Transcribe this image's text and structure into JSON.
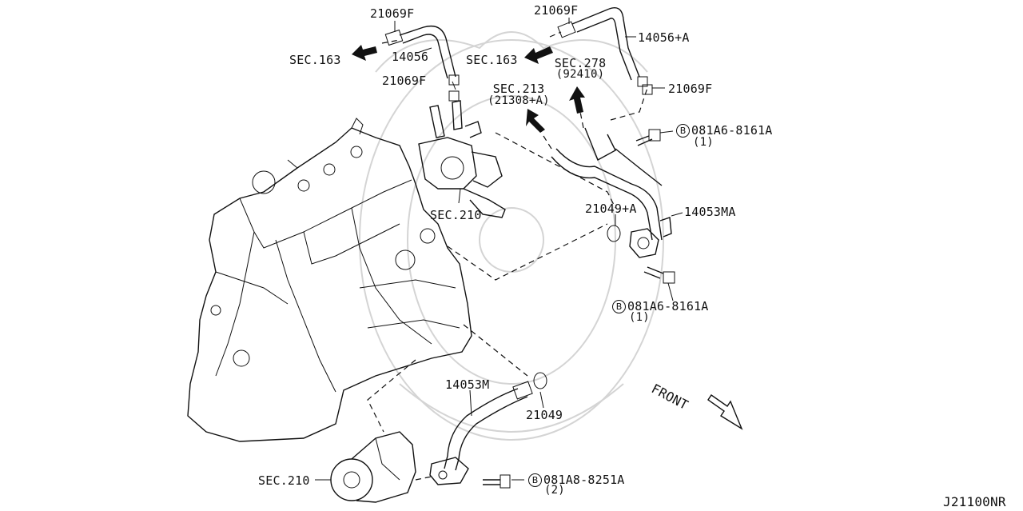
{
  "diagram": {
    "figure_code": "J21100NR",
    "labels": {
      "clip_tl": "21069F",
      "hose_14056": "14056",
      "sec163_left": "SEC.163",
      "clip_ml": "21069F",
      "clip_tr": "21069F",
      "hose_14056a": "14056+A",
      "sec163_right": "SEC.163",
      "sec278": "SEC.278",
      "sec278_sub": "(92410)",
      "clip_r": "21069F",
      "sec213": "SEC.213",
      "sec213_sub": "(21308+A)",
      "bolt1_mark": "B",
      "bolt1": "081A6-8161A",
      "bolt1_qty": "(1)",
      "sec210_top": "SEC.210",
      "gasket_a": "21049+A",
      "pipe_14053ma": "14053MA",
      "bolt2_mark": "B",
      "bolt2": "081A6-8161A",
      "bolt2_qty": "(1)",
      "front": "FRONT",
      "pipe_14053m": "14053M",
      "gasket": "21049",
      "sec210_bottom": "SEC.210",
      "bolt3_mark": "B",
      "bolt3": "081A8-8251A",
      "bolt3_qty": "(2)"
    }
  }
}
